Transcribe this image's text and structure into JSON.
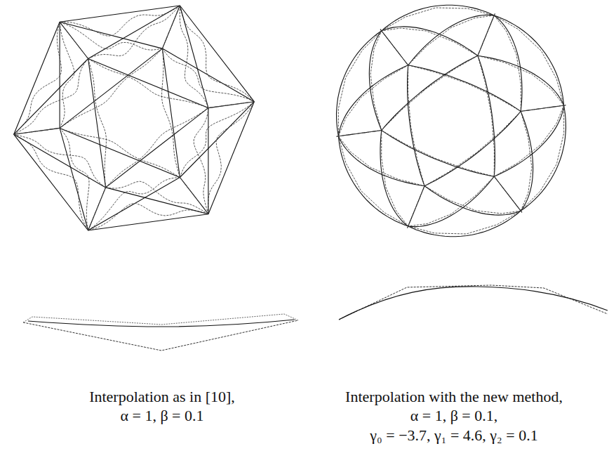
{
  "diagram": {
    "labels": [
      "Interpolation as in [10],",
      "α = 1, β = 0.1",
      "Interpolation with the new method,",
      "α = 1, β = 0.1,",
      "γ₀ = −3.7, γ₁ = 4.6, γ₂ = 0.1"
    ]
  }
}
